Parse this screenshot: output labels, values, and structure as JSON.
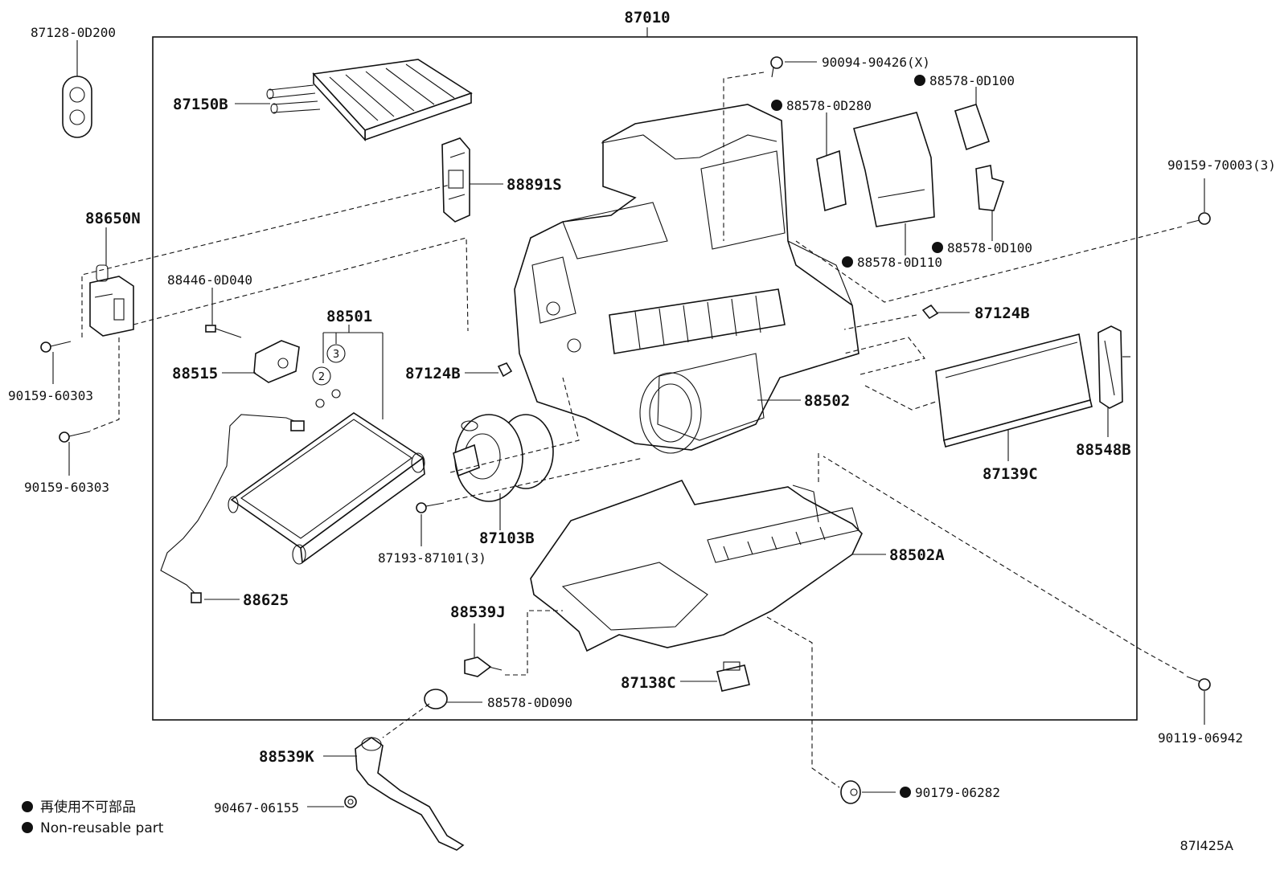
{
  "assembly": "87010",
  "parts": {
    "p87128": "87128-0D200",
    "p87150": "87150B",
    "p88891": "88891S",
    "p88650": "88650N",
    "p88446": "88446-0D040",
    "p88515": "88515",
    "p88501": "88501",
    "p90159a": "90159-60303",
    "p90159b": "90159-60303",
    "p87124a": "87124B",
    "p88502": "88502",
    "p90094": "90094-90426(X)",
    "p88578_0D280": "88578-0D280",
    "p88578_0D100a": "88578-0D100",
    "p88578_0D100b": "88578-0D100",
    "p88578_0D110": "88578-0D110",
    "p90159_70003": "90159-70003(3)",
    "p87124b": "87124B",
    "p87139": "87139C",
    "p88548": "88548B",
    "p87103": "87103B",
    "p87193": "87193-87101(3)",
    "p88625": "88625",
    "p88502A": "88502A",
    "p88539J": "88539J",
    "p88578_0D090": "88578-0D090",
    "p87138": "87138C",
    "p88539K": "88539K",
    "p90467": "90467-06155",
    "p90179": "90179-06282",
    "p90119": "90119-06942"
  },
  "callouts": {
    "c2": "2",
    "c3": "3"
  },
  "legend": {
    "jp": "再使用不可部品",
    "en": "Non-reusable part"
  },
  "illustration_code": "87I425A"
}
